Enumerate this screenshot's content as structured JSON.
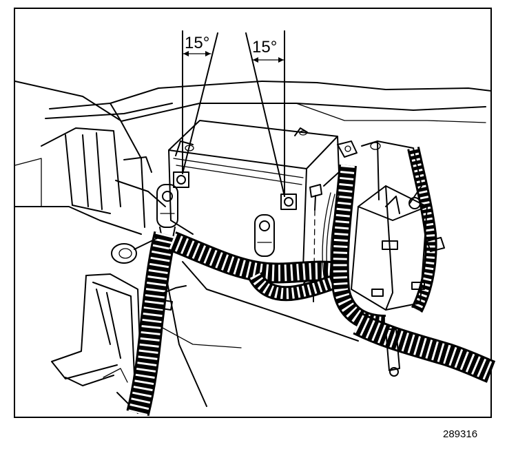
{
  "diagram": {
    "angle_label_left": "15°",
    "angle_label_right": "15°",
    "figure_number": "289316"
  }
}
